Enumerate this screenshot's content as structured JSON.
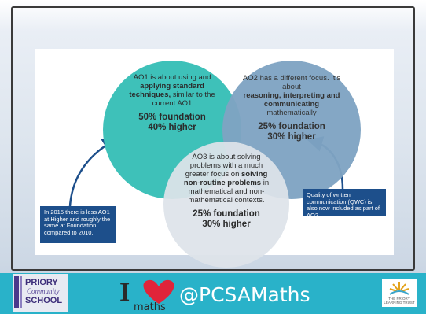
{
  "ao1": {
    "line1": "AO1 is about using and",
    "bold": "applying standard techniques,",
    "line2": " similar to the current AO1",
    "stat1": "50% foundation",
    "stat2": "40% higher"
  },
  "ao2": {
    "line1": "AO2 has a different focus. It's about",
    "bold": "reasoning, interpreting and communicating",
    "line2": " mathematically",
    "stat1": "25% foundation",
    "stat2": "30% higher"
  },
  "ao3": {
    "line1": "AO3 is about solving problems with a much greater focus on ",
    "bold": "solving non-routine problems",
    "line2": " in mathematical and non-mathematical contexts.",
    "stat1": "25% foundation",
    "stat2": "30% higher"
  },
  "note_left": "In 2015 there is less AO1 at Higher and roughly the same at Foundation compared to 2010.",
  "note_right": "Quality of written communication (QWC) is also now included as part of AO2.",
  "footer": {
    "school_logo_text": [
      "PRIORY",
      "Community",
      "SCHOOL"
    ],
    "ilove_text": "I",
    "maths_text": "maths",
    "handle": "@PCSAMaths",
    "trust_text": [
      "THE PRIORY",
      "LEARNING TRUST"
    ],
    "bg_color": "#29b2c9"
  },
  "colors": {
    "ao1_circle": "#3ec1b9",
    "ao2_circle": "#7fa4c3",
    "ao3_circle": "#dee3e9",
    "note_bg": "#1d4f8b",
    "heart": "#e0243a"
  }
}
